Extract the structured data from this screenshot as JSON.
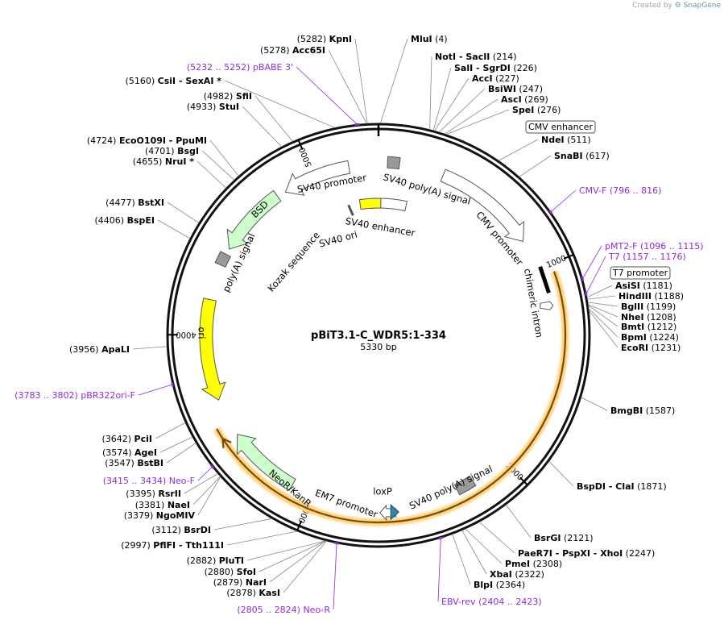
{
  "credit": {
    "prefix": "Created by",
    "brand": "SnapGene"
  },
  "plasmid": {
    "name": "pBiT3.1-C_WDR5:1-334",
    "size_label": "5330 bp",
    "length": 5330
  },
  "colors": {
    "primer": "#8b2be2",
    "promoter_fill": "#ffffff",
    "marker_fill": "#ccffcc",
    "ori_fill": "#ffff00",
    "orf_fill": "#ffd999",
    "terminator_fill": "#999999",
    "loxp_fill": "#2e86ab"
  },
  "ticks": [
    {
      "pos": 1000,
      "label": "1000"
    },
    {
      "pos": 2000,
      "label": "2000"
    },
    {
      "pos": 3000,
      "label": "3000"
    },
    {
      "pos": 4000,
      "label": "4000"
    },
    {
      "pos": 5000,
      "label": "5000"
    }
  ],
  "features": [
    {
      "name": "SV40 promoter",
      "label": "SV40 promoter",
      "type": "promoter"
    },
    {
      "name": "SV40 poly(A) signal",
      "label": "SV40 poly(A) signal",
      "type": "terminator"
    },
    {
      "name": "CMV promoter",
      "label": "CMV promoter",
      "type": "promoter"
    },
    {
      "name": "chimeric intron",
      "label": "chimeric intron",
      "type": "intron"
    },
    {
      "name": "BSD",
      "label": "BSD",
      "type": "marker"
    },
    {
      "name": "poly(A) signal",
      "label": "poly(A) signal",
      "type": "terminator"
    },
    {
      "name": "ori",
      "label": "ori",
      "type": "ori"
    },
    {
      "name": "NeoR/KanR",
      "label": "NeoR/KanR",
      "type": "marker"
    },
    {
      "name": "EM7 promoter",
      "label": "EM7 promoter",
      "type": "promoter"
    },
    {
      "name": "loxP",
      "label": "loxP",
      "type": "misc"
    },
    {
      "name": "SV40 poly(A) signal 2",
      "label": "SV40 poly(A) signal",
      "type": "terminator"
    },
    {
      "name": "SV40 enhancer",
      "label": "SV40 enhancer",
      "type": "enhancer"
    },
    {
      "name": "SV40 ori",
      "label": "SV40 ori",
      "type": "ori"
    },
    {
      "name": "Kozak sequence",
      "label": "Kozak sequence",
      "type": "misc"
    },
    {
      "name": "WDR5 ORF",
      "label": "",
      "type": "orf"
    }
  ],
  "boxed_labels": [
    {
      "text": "CMV enhancer"
    },
    {
      "text": "T7 promoter"
    }
  ],
  "sites": [
    {
      "name": "MluI",
      "pos": "(4)"
    },
    {
      "name": "KpnI",
      "pos": "(5282)"
    },
    {
      "name": "Acc65I",
      "pos": "(5278)"
    },
    {
      "name": "NotI",
      "alt": "SacII",
      "pos": "(214)"
    },
    {
      "name": "SalI",
      "alt": "SgrDI",
      "pos": "(226)"
    },
    {
      "name": "AccI",
      "pos": "(227)"
    },
    {
      "name": "BsiWI",
      "pos": "(247)"
    },
    {
      "name": "AscI",
      "pos": "(269)"
    },
    {
      "name": "SpeI",
      "pos": "(276)"
    },
    {
      "name": "NdeI",
      "pos": "(511)"
    },
    {
      "name": "SnaBI",
      "pos": "(617)"
    },
    {
      "name": "AsiSI",
      "pos": "(1181)"
    },
    {
      "name": "HindIII",
      "pos": "(1188)"
    },
    {
      "name": "BglII",
      "pos": "(1199)"
    },
    {
      "name": "NheI",
      "pos": "(1208)"
    },
    {
      "name": "BmtI",
      "pos": "(1212)"
    },
    {
      "name": "BpmI",
      "pos": "(1224)"
    },
    {
      "name": "EcoRI",
      "pos": "(1231)"
    },
    {
      "name": "BmgBI",
      "pos": "(1587)"
    },
    {
      "name": "BspDI",
      "alt": "ClaI",
      "pos": "(1871)"
    },
    {
      "name": "BsrGI",
      "pos": "(2121)"
    },
    {
      "name": "PaeR7I",
      "alt": "PspXI",
      "alt2": "XhoI",
      "pos": "(2247)"
    },
    {
      "name": "PmeI",
      "pos": "(2308)"
    },
    {
      "name": "XbaI",
      "pos": "(2322)"
    },
    {
      "name": "BlpI",
      "pos": "(2364)"
    },
    {
      "name": "CsiI",
      "alt": "SexAI *",
      "pos": "(5160)"
    },
    {
      "name": "SfiI",
      "pos": "(4982)"
    },
    {
      "name": "StuI",
      "pos": "(4933)"
    },
    {
      "name": "EcoO109I",
      "alt": "PpuMI",
      "pos": "(4724)"
    },
    {
      "name": "BsgI",
      "pos": "(4701)"
    },
    {
      "name": "NruI *",
      "pos": "(4655)"
    },
    {
      "name": "BstXI",
      "pos": "(4477)"
    },
    {
      "name": "BspEI",
      "pos": "(4406)"
    },
    {
      "name": "ApaLI",
      "pos": "(3956)"
    },
    {
      "name": "PciI",
      "pos": "(3642)"
    },
    {
      "name": "AgeI",
      "pos": "(3574)"
    },
    {
      "name": "BstBI",
      "pos": "(3547)"
    },
    {
      "name": "RsrII",
      "pos": "(3395)"
    },
    {
      "name": "NaeI",
      "pos": "(3381)"
    },
    {
      "name": "NgoMIV",
      "pos": "(3379)"
    },
    {
      "name": "BsrDI",
      "pos": "(3112)"
    },
    {
      "name": "PflFI",
      "alt": "Tth111I",
      "pos": "(2997)"
    },
    {
      "name": "PluTI",
      "pos": "(2882)"
    },
    {
      "name": "SfoI",
      "pos": "(2880)"
    },
    {
      "name": "NarI",
      "pos": "(2879)"
    },
    {
      "name": "KasI",
      "pos": "(2878)"
    }
  ],
  "primers": [
    {
      "name": "pBABE 3'",
      "range": "(5232 .. 5252)"
    },
    {
      "name": "CMV-F",
      "range": "(796 .. 816)"
    },
    {
      "name": "pMT2-F",
      "range": "(1096 .. 1115)"
    },
    {
      "name": "T7",
      "range": "(1157 .. 1176)"
    },
    {
      "name": "EBV-rev",
      "range": "(2404 .. 2423)"
    },
    {
      "name": "Neo-R",
      "range": "(2805 .. 2824)"
    },
    {
      "name": "Neo-F",
      "range": "(3415 .. 3434)"
    },
    {
      "name": "pBR322ori-F",
      "range": "(3783 .. 3802)"
    }
  ]
}
